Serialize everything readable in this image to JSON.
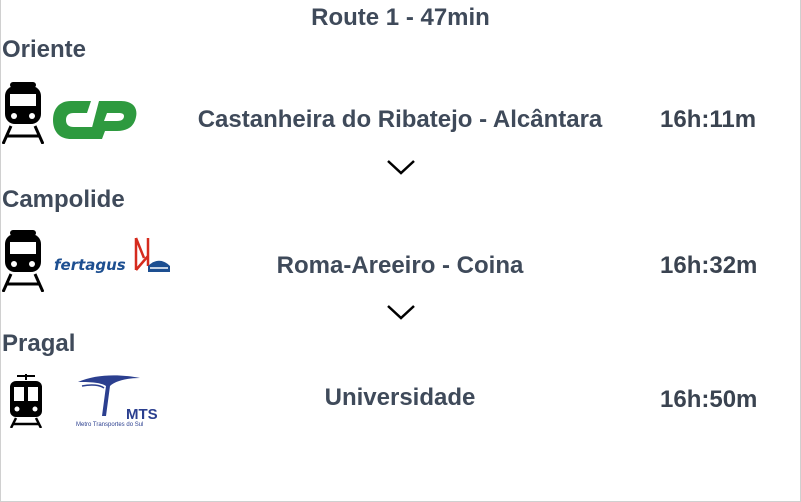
{
  "route": {
    "title": "Route 1 - 47min"
  },
  "stations": [
    "Oriente",
    "Campolide",
    "Pragal"
  ],
  "legs": [
    {
      "mode_icon": "train-icon",
      "operator_logo": "cp-logo",
      "line": "Castanheira do Ribatejo - Alcântara",
      "time": "16h:11m"
    },
    {
      "mode_icon": "train-icon",
      "operator_logo": "fertagus-logo",
      "operator_label": "fertagus",
      "line": "Roma-Areeiro - Coina",
      "time": "16h:32m"
    },
    {
      "mode_icon": "tram-icon",
      "operator_logo": "mts-logo",
      "operator_label": "MTS",
      "operator_sublabel": "Metro Transportes do Sul",
      "line": "Universidade",
      "time": "16h:50m"
    }
  ],
  "colors": {
    "text": "#3f4a5a",
    "cp_green": "#2e9a3f",
    "fertagus_blue": "#1d4f91",
    "fertagus_red": "#d52b1e",
    "mts_blue": "#2b3f8f"
  }
}
